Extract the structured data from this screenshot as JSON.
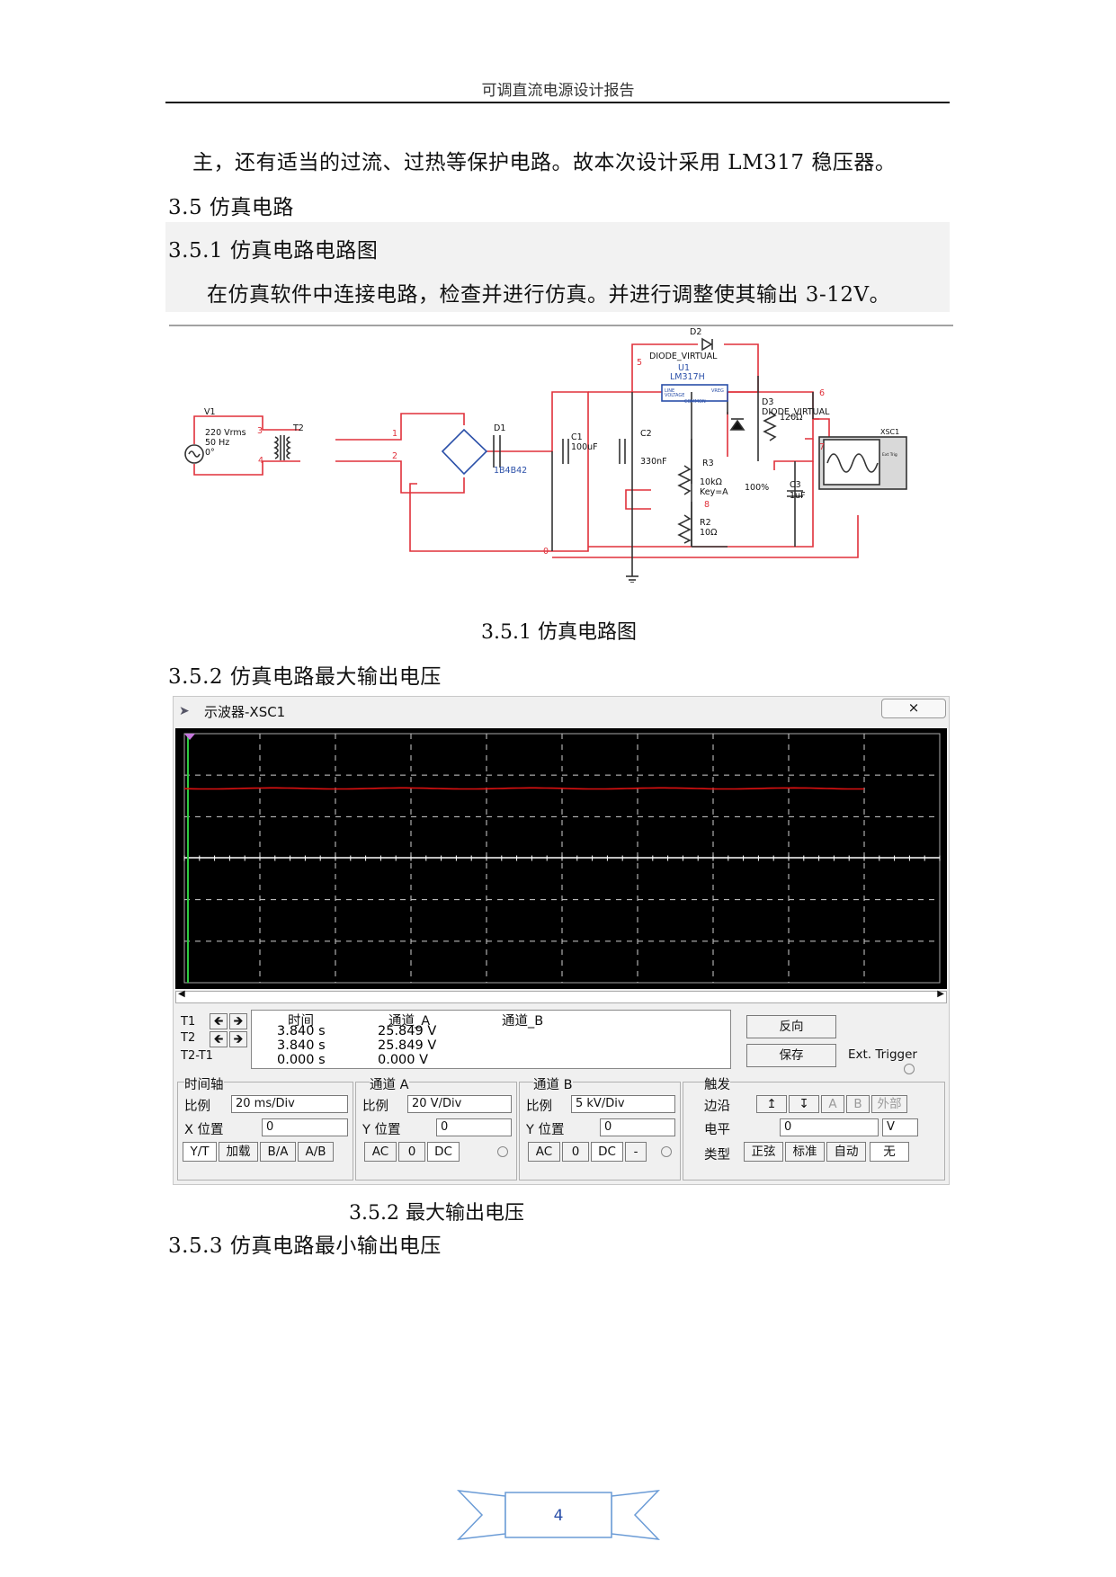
{
  "header": {
    "title": "可调直流电源设计报告"
  },
  "body": {
    "para_continuation": "主，还有适当的过流、过热等保护电路。故本次设计采用 LM317 稳压器。",
    "h_3_5": "3.5 仿真电路",
    "h_3_5_1": "3.5.1 仿真电路电路图",
    "para_sim": "在仿真软件中连接电路，检查并进行仿真。并进行调整使其输出 3-12V。",
    "caption_1": "3.5.1 仿真电路图",
    "h_3_5_2": "3.5.2 仿真电路最大输出电压",
    "caption_2": "3.5.2 最大输出电压",
    "h_3_5_3": "3.5.3 仿真电路最小输出电压"
  },
  "circuit": {
    "v1": {
      "name": "V1",
      "rms": "220 Vrms",
      "freq": "50 Hz",
      "phase": "0°"
    },
    "t2": "T2",
    "d1": {
      "name": "D1",
      "model": "1B4B42"
    },
    "c1": {
      "name": "C1",
      "value": "100uF"
    },
    "c2": {
      "name": "C2",
      "value": "330nF"
    },
    "u1": {
      "name": "U1",
      "model": "LM317H",
      "pin_line": "LINE",
      "pin_voltage": "VOLTAGE",
      "pin_vreg": "VREG",
      "pin_common": "COMMON"
    },
    "d2": {
      "name": "D2",
      "model": "DIODE_VIRTUAL"
    },
    "d3": {
      "name": "D3",
      "model": "DIODE_VIRTUAL"
    },
    "r1": {
      "value": "120Ω"
    },
    "r3": {
      "name": "R3",
      "value": "10kΩ",
      "key": "Key=A",
      "pct": "100%"
    },
    "r2": {
      "name": "R2",
      "value": "10Ω"
    },
    "c3": {
      "name": "C3",
      "value": "1uF"
    },
    "xsc": {
      "name": "XSC1",
      "ext": "Ext Trig"
    },
    "nets": {
      "n1": "1",
      "n2": "2",
      "n3": "3",
      "n4": "4",
      "n5": "5",
      "n6": "6",
      "n7": "7",
      "n8": "8",
      "n0": "0"
    }
  },
  "scope": {
    "title": "示波器-XSC1",
    "close_glyph": "⨯",
    "trace_level": 0.22,
    "table": {
      "rows": [
        "T1",
        "T2",
        "T2-T1"
      ],
      "headers": {
        "time": "时间",
        "ch_a": "通道_A",
        "ch_b": "通道_B"
      },
      "t1": {
        "time": "3.840 s",
        "a": "25.849 V"
      },
      "t2": {
        "time": "3.840 s",
        "a": "25.849 V"
      },
      "dt": {
        "time": "0.000 s",
        "a": "0.000 V"
      }
    },
    "buttons": {
      "reverse": "反向",
      "save": "保存",
      "ext_trigger": "Ext. Trigger"
    },
    "timebase": {
      "label": "时间轴",
      "scale_label": "比例",
      "scale": "20 ms/Div",
      "pos_label": "X 位置",
      "pos": "0",
      "yt": "Y/T",
      "add": "加载",
      "ba": "B/A",
      "ab": "A/B"
    },
    "channel_a": {
      "label": "通道 A",
      "scale_label": "比例",
      "scale": "20  V/Div",
      "pos_label": "Y 位置",
      "pos": "0",
      "ac": "AC",
      "zero": "0",
      "dc": "DC"
    },
    "channel_b": {
      "label": "通道 B",
      "scale_label": "比例",
      "scale": "5 kV/Div",
      "pos_label": "Y 位置",
      "pos": "0",
      "ac": "AC",
      "zero": "0",
      "dc": "DC",
      "minus": "-"
    },
    "trigger": {
      "label": "触发",
      "edge_label": "边沿",
      "level_label": "电平",
      "level": "0",
      "unit": "V",
      "type_label": "类型",
      "a": "A",
      "b": "B",
      "ext": "外部",
      "sine": "正弦",
      "normal": "标准",
      "auto": "自动",
      "none": "无"
    }
  },
  "footer": {
    "page_number": "4"
  }
}
